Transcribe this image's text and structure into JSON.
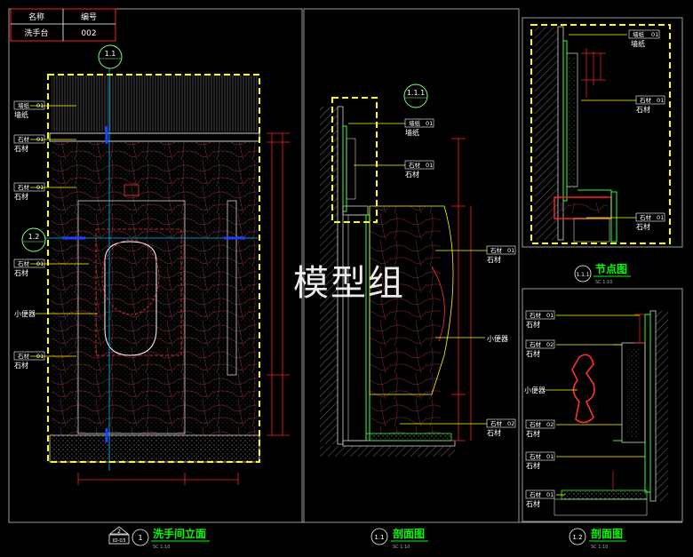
{
  "title_table": {
    "headers": [
      "名称",
      "编号"
    ],
    "row": [
      "洗手台",
      "002"
    ]
  },
  "elevation": {
    "marker_top": "1.1",
    "marker_side": "1.2",
    "tags": [
      {
        "code": "墙纸",
        "num": "01",
        "name": "墙纸"
      },
      {
        "code": "石材",
        "num": "01",
        "name": "石材"
      },
      {
        "code": "石材",
        "num": "01",
        "name": "石材"
      },
      {
        "code": "石材",
        "num": "01",
        "name": "石材"
      },
      {
        "code": "",
        "num": "",
        "name": "小便器"
      },
      {
        "code": "石材",
        "num": "01",
        "name": "石材"
      }
    ],
    "caption": {
      "title": "洗手间立面",
      "scale": "SC  1:10",
      "num": "1",
      "ref_top": "2",
      "ref_bottom": "ID-03"
    }
  },
  "section_1": {
    "marker": "1.1.1",
    "tags": [
      {
        "code": "墙纸",
        "num": "01",
        "name": "墙纸"
      },
      {
        "code": "石材",
        "num": "01",
        "name": "石材"
      },
      {
        "code": "石材",
        "num": "01",
        "name": "石材"
      },
      {
        "code": "",
        "num": "",
        "name": "小便器"
      },
      {
        "code": "石材",
        "num": "02",
        "name": "石材"
      }
    ],
    "caption": {
      "title": "剖面图",
      "scale": "SC  1:10",
      "num": "1.1"
    }
  },
  "detail": {
    "tags": [
      {
        "code": "墙纸",
        "num": "01",
        "name": "墙纸"
      },
      {
        "code": "石材",
        "num": "01",
        "name": "石材"
      },
      {
        "code": "石材",
        "num": "01",
        "name": "石材"
      }
    ],
    "caption": {
      "title": "节点图",
      "scale": "SC  1:10",
      "num": "1.1.1"
    }
  },
  "section_2": {
    "tags": [
      {
        "code": "石材",
        "num": "01",
        "name": "石材"
      },
      {
        "code": "石材",
        "num": "02",
        "name": "石材"
      },
      {
        "code": "",
        "num": "",
        "name": "小便器"
      },
      {
        "code": "石材",
        "num": "02",
        "name": "石材"
      },
      {
        "code": "石材",
        "num": "01",
        "name": "石材"
      },
      {
        "code": "石材",
        "num": "01",
        "name": "石材"
      }
    ],
    "caption": {
      "title": "剖面图",
      "scale": "SC  1:10",
      "num": "1.2"
    }
  },
  "watermark": "模型组",
  "colors": {
    "background": "#000000",
    "frame": "#9a9a9a",
    "highlight": "#ffff00",
    "dimension": "#ff2020",
    "caption": "#00ff00",
    "stone": "#b04040",
    "marker": "#7fff7f"
  }
}
